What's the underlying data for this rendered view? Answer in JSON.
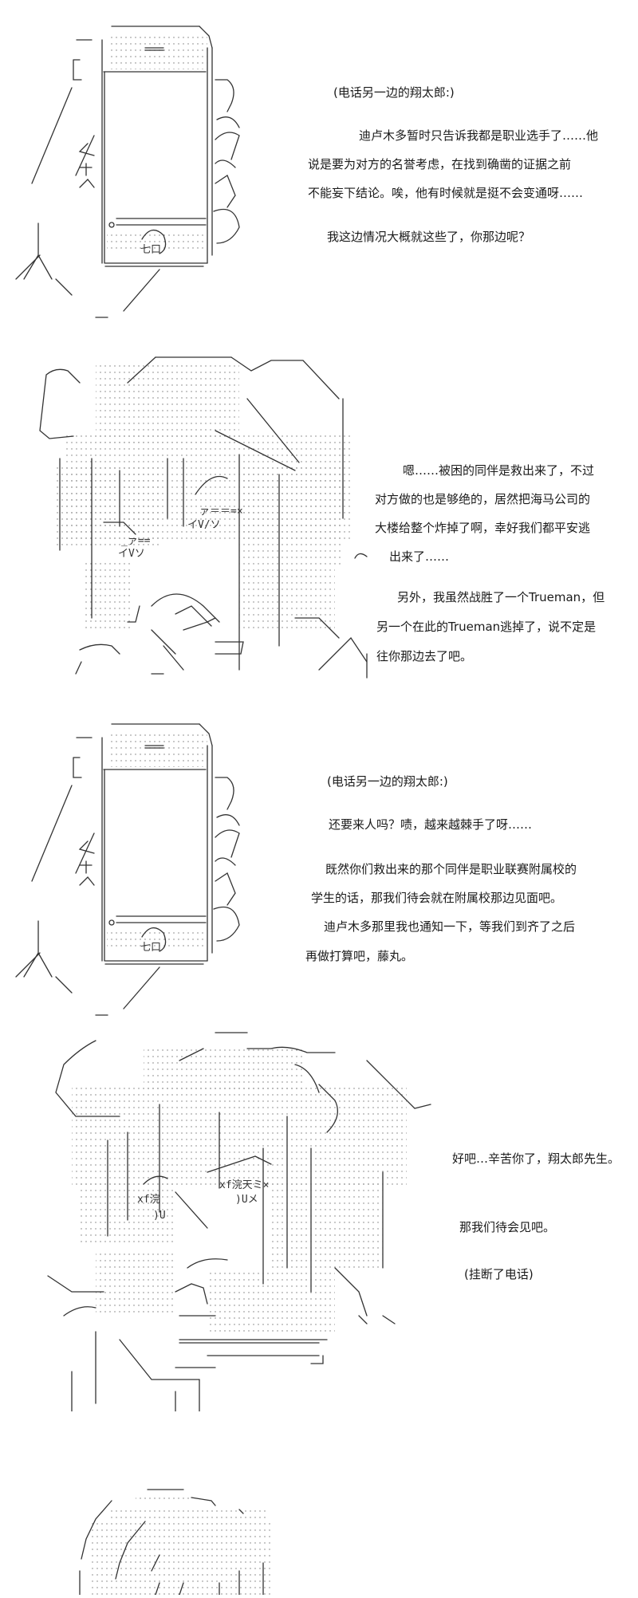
{
  "panels": [
    {
      "id": "phone-call-1",
      "art": {
        "subject": "phone-hand",
        "phone_button_label": "七口"
      },
      "lines": [
        "(电话另一边的翔太郎:)",
        "迪卢木多暂时只告诉我都是职业选手了……他",
        "说是要为对方的名誉考虑，在找到确凿的证据之前",
        "不能妄下结论。唉，他有时候就是挺不会变通呀……",
        "我这边情况大概就这些了，你那边呢？"
      ]
    },
    {
      "id": "reply-1",
      "art": {
        "subject": "character-smile",
        "eye_marks": [
          "ァ＝＝=×",
          "イV/ソ",
          "_ァ==",
          "イVソ"
        ]
      },
      "lines": [
        "嗯……被困的同伴是救出来了，不过",
        "对方做的也是够绝的，居然把海马公司的",
        "大楼给整个炸掉了啊，幸好我们都平安逃",
        "出来了……",
        "另外，我虽然战胜了一个Trueman，但",
        "另一个在此的Trueman逃掉了，说不定是",
        "往你那边去了吧。"
      ]
    },
    {
      "id": "phone-call-2",
      "art": {
        "subject": "phone-hand",
        "phone_button_label": "七口"
      },
      "lines": [
        "(电话另一边的翔太郎:)",
        "还要来人吗？啧，越来越棘手了呀……",
        "既然你们救出来的那个同伴是职业联赛附属校的",
        "学生的话，那我们待会就在附属校那边见面吧。",
        "迪卢木多那里我也通知一下，等我们到齐了之后",
        "再做打算吧，藤丸。"
      ]
    },
    {
      "id": "reply-2",
      "art": {
        "subject": "character-phone",
        "eye_marks": [
          "xf浣天ミ×",
          "xf浣",
          ")U",
          ")Uメ"
        ]
      },
      "lines": [
        "好吧…辛苦你了，翔太郎先生。",
        "那我们待会见吧。",
        "(挂断了电话)"
      ]
    },
    {
      "id": "partial-art",
      "art": {
        "subject": "character-head-partial"
      },
      "lines": []
    }
  ]
}
